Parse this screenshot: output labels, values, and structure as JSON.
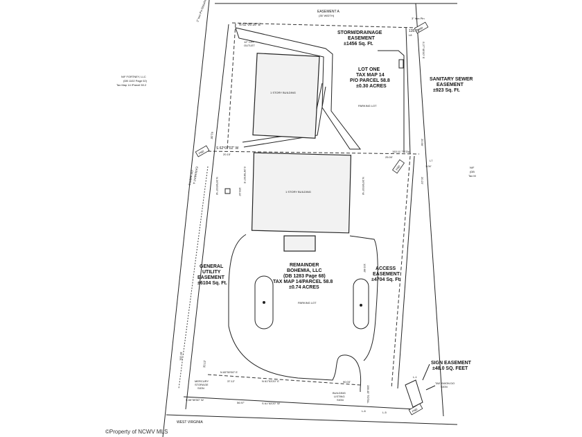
{
  "labels": {
    "easement_a": "EASEMENT A",
    "easement_a_width": "(35' WIDTH)",
    "iron_pin_left": "3\" Iron Pin Disturbed",
    "iron_pin_right": "3\" Iron Pin",
    "brg_top": "N 62°06'16\" E",
    "dist_top_right": "135.76'",
    "storm_title": "STORM/DRAINAGE",
    "storm_title2": "EASEMENT",
    "storm_area": "±1456 Sq. Ft.",
    "cpp": "12\" CPP",
    "cpp2": "OUTLET",
    "fortney1": "N/F FORTNEY, LLC",
    "fortney2": "(DB 1102 Page 02)",
    "fortney3": "Tax Map 14 /Parcel 50.2",
    "lot_one1": "LOT ONE",
    "lot_one2": "TAX MAP 14",
    "lot_one3": "P/O PARCEL 58.8",
    "lot_one4": "±0.30 ACRES",
    "building1": "1 STORY BUILDING",
    "building2": "1 STORY BUILDING",
    "parking1": "PARKING LOT",
    "parking2": "PARKING LOT",
    "sewer1": "SANITARY SEWER",
    "sewer2": "EASEMENT",
    "sewer3": "±923 Sq. Ft.",
    "nf_right1": "N/F",
    "nf_right2": "(DB",
    "nf_right3": "Tax M",
    "brg_mid": "S 62°07'02\" W",
    "dist_mid_left": "20.15'",
    "dist_mid_right": "153.11' TOTAL",
    "dist_25": "25.00'",
    "l7": "L7",
    "dist_104": "1.04'",
    "l8": "L8",
    "brg_vert_left": "N 26°06'00\" W",
    "brg_vert_mid": "S 26°06'00\" E",
    "brg_vert_right": "N 26°06'00\" W",
    "brg_vert_far": "S 27°49'00\" E",
    "gue1": "GENERAL",
    "gue2": "UTILITY",
    "gue3": "EASEMENT",
    "gue4": "±6104 Sq. Ft.",
    "rem1": "REMAINDER",
    "rem2": "BOHEMIA, LLC",
    "rem3": "(DB 1283 Page 68)",
    "rem4": "TAX MAP 14/PARCEL 58.8",
    "rem5": "±0.74 ACRES",
    "acc1": "ACCESS",
    "acc2": "EASEMENT",
    "acc3": "±4704 Sq. Ft.",
    "easement_a_left": "EASEMENT A",
    "easement_a_left2": "(35' WIDTH)",
    "brg_low1": "N 65°59'50\" E",
    "dist_low1": "37.12'",
    "brg_low2": "N 61°53'20\" E",
    "dist_low2": "90.03'",
    "mercury1": "MERCURY",
    "mercury2": "STORAGE",
    "mercury3": "SIGN",
    "brg_bot1": "S 65°59'50\" W",
    "dist_bot1": "56.97'",
    "brg_bot2": "S 61°53'20\" W",
    "blsign1": "BUILDING",
    "blsign2": "LISTING",
    "blsign3": "SIGN",
    "dist_total": "158.40' TOTAL",
    "l6": "L-6",
    "l5": "L-5",
    "l1": "L-1",
    "sign1": "SIGN EASEMENT",
    "sign2": "±48.0 SQ. FEET",
    "tkd1": "TAE KWON DO",
    "tkd2": "SIGN",
    "road": "WEST VIRGINIA",
    "fnd": "FND",
    "dist_6100": "61.00'",
    "dist_15910": "159.10'",
    "dist_20.96": "20.96'",
    "dist_2023": "20.23'",
    "dist_2012": "20.12'",
    "dist_12260": "122.60'",
    "dist_18219": "182.19'"
  },
  "watermark": "©Property of NCWV MLS"
}
